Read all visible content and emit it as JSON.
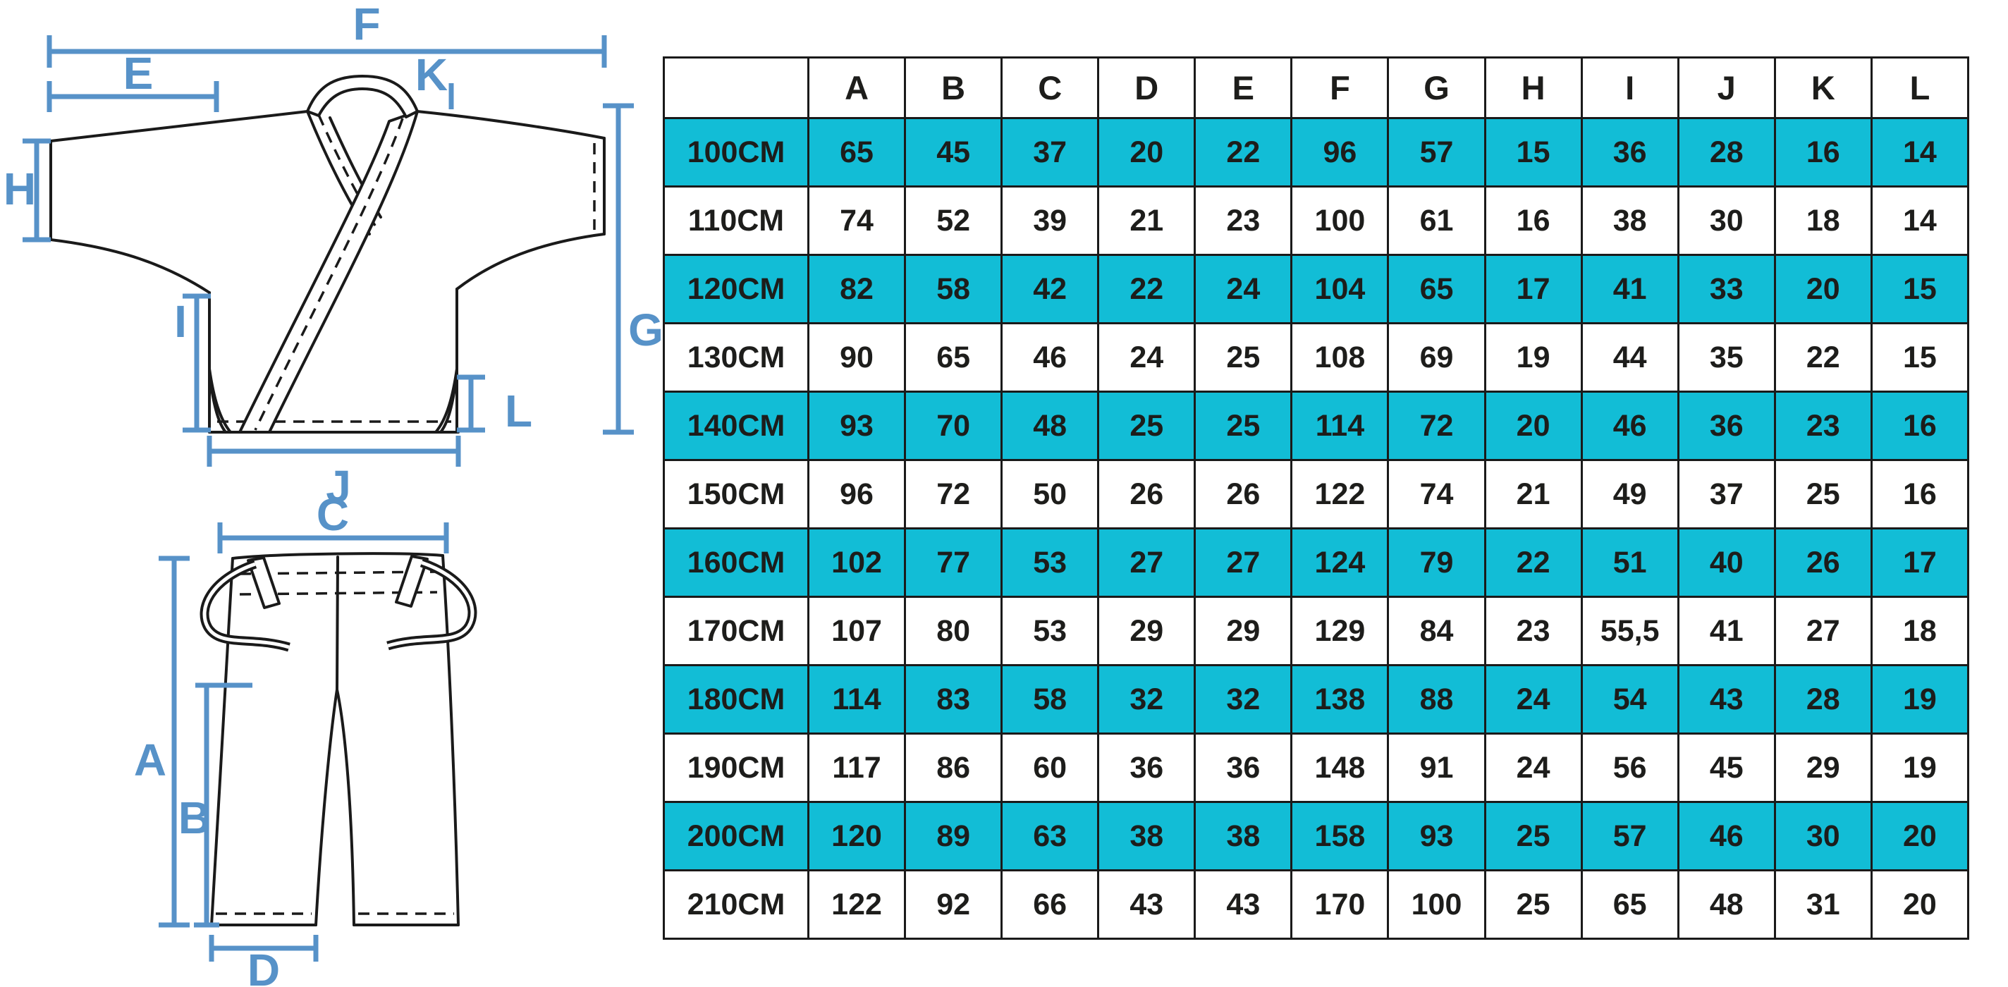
{
  "colors": {
    "highlight_row": "#12bdd6",
    "dimension_blue": "#5792c8",
    "line_black": "#1a1a1a",
    "text": "#1d1d1b"
  },
  "diagrams": {
    "jacket": {
      "description": "kimono jacket front view with dimension arrows",
      "labels": {
        "F": "F",
        "E": "E",
        "K": "K",
        "H": "H",
        "G": "G",
        "I": "I",
        "L": "L",
        "J": "J"
      }
    },
    "pants": {
      "description": "drawstring pants front view with dimension arrows",
      "labels": {
        "C": "C",
        "A": "A",
        "B": "B",
        "D": "D"
      }
    }
  },
  "table": {
    "corner_label": "",
    "columns": [
      "A",
      "B",
      "C",
      "D",
      "E",
      "F",
      "G",
      "H",
      "I",
      "J",
      "K",
      "L"
    ],
    "rows": [
      {
        "size": "100CM",
        "highlight": true,
        "values": [
          "65",
          "45",
          "37",
          "20",
          "22",
          "96",
          "57",
          "15",
          "36",
          "28",
          "16",
          "14"
        ]
      },
      {
        "size": "110CM",
        "highlight": false,
        "values": [
          "74",
          "52",
          "39",
          "21",
          "23",
          "100",
          "61",
          "16",
          "38",
          "30",
          "18",
          "14"
        ]
      },
      {
        "size": "120CM",
        "highlight": true,
        "values": [
          "82",
          "58",
          "42",
          "22",
          "24",
          "104",
          "65",
          "17",
          "41",
          "33",
          "20",
          "15"
        ]
      },
      {
        "size": "130CM",
        "highlight": false,
        "values": [
          "90",
          "65",
          "46",
          "24",
          "25",
          "108",
          "69",
          "19",
          "44",
          "35",
          "22",
          "15"
        ]
      },
      {
        "size": "140CM",
        "highlight": true,
        "values": [
          "93",
          "70",
          "48",
          "25",
          "25",
          "114",
          "72",
          "20",
          "46",
          "36",
          "23",
          "16"
        ]
      },
      {
        "size": "150CM",
        "highlight": false,
        "values": [
          "96",
          "72",
          "50",
          "26",
          "26",
          "122",
          "74",
          "21",
          "49",
          "37",
          "25",
          "16"
        ]
      },
      {
        "size": "160CM",
        "highlight": true,
        "values": [
          "102",
          "77",
          "53",
          "27",
          "27",
          "124",
          "79",
          "22",
          "51",
          "40",
          "26",
          "17"
        ]
      },
      {
        "size": "170CM",
        "highlight": false,
        "values": [
          "107",
          "80",
          "53",
          "29",
          "29",
          "129",
          "84",
          "23",
          "55,5",
          "41",
          "27",
          "18"
        ]
      },
      {
        "size": "180CM",
        "highlight": true,
        "values": [
          "114",
          "83",
          "58",
          "32",
          "32",
          "138",
          "88",
          "24",
          "54",
          "43",
          "28",
          "19"
        ]
      },
      {
        "size": "190CM",
        "highlight": false,
        "values": [
          "117",
          "86",
          "60",
          "36",
          "36",
          "148",
          "91",
          "24",
          "56",
          "45",
          "29",
          "19"
        ]
      },
      {
        "size": "200CM",
        "highlight": true,
        "values": [
          "120",
          "89",
          "63",
          "38",
          "38",
          "158",
          "93",
          "25",
          "57",
          "46",
          "30",
          "20"
        ]
      },
      {
        "size": "210CM",
        "highlight": false,
        "values": [
          "122",
          "92",
          "66",
          "43",
          "43",
          "170",
          "100",
          "25",
          "65",
          "48",
          "31",
          "20"
        ]
      }
    ]
  }
}
